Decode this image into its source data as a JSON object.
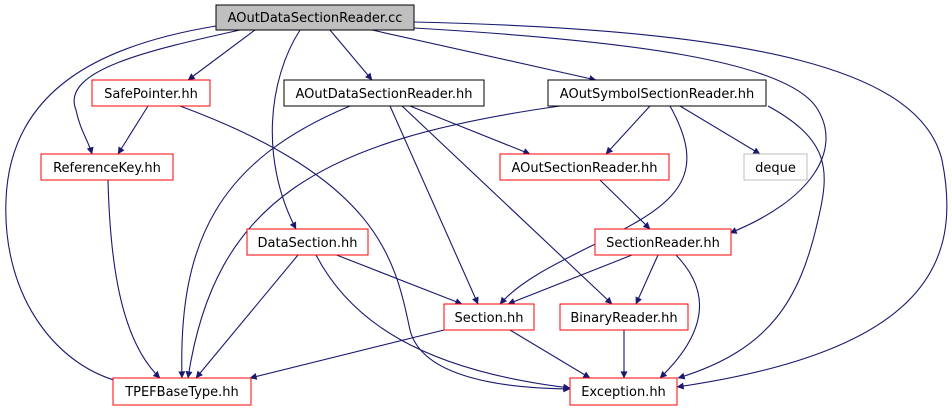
{
  "colors": {
    "edge": "#191970",
    "root_fill": "#bfbfbf",
    "root_border": "#000000",
    "documented_border": "#000000",
    "undocumented_border": "#ff0000",
    "external_border": "#bfbfbf"
  },
  "nodes": {
    "root": {
      "label": "AOutDataSectionReader.cc",
      "kind": "root"
    },
    "safepointer": {
      "label": "SafePointer.hh",
      "kind": "red"
    },
    "aoutdatasectionreader": {
      "label": "AOutDataSectionReader.hh",
      "kind": "black"
    },
    "aoutsymbolsectionreader": {
      "label": "AOutSymbolSectionReader.hh",
      "kind": "black"
    },
    "referencekey": {
      "label": "ReferenceKey.hh",
      "kind": "red"
    },
    "aoutsectionreader": {
      "label": "AOutSectionReader.hh",
      "kind": "red"
    },
    "deque": {
      "label": "deque",
      "kind": "gray"
    },
    "datasection": {
      "label": "DataSection.hh",
      "kind": "red"
    },
    "sectionreader": {
      "label": "SectionReader.hh",
      "kind": "red"
    },
    "section": {
      "label": "Section.hh",
      "kind": "red"
    },
    "binaryreader": {
      "label": "BinaryReader.hh",
      "kind": "red"
    },
    "tpefbasetype": {
      "label": "TPEFBaseType.hh",
      "kind": "red"
    },
    "exception": {
      "label": "Exception.hh",
      "kind": "red"
    }
  },
  "edges": [
    {
      "from": "root",
      "to": "safepointer"
    },
    {
      "from": "root",
      "to": "aoutdatasectionreader"
    },
    {
      "from": "root",
      "to": "aoutsymbolsectionreader"
    },
    {
      "from": "root",
      "to": "referencekey"
    },
    {
      "from": "root",
      "to": "datasection"
    },
    {
      "from": "root",
      "to": "sectionreader"
    },
    {
      "from": "root",
      "to": "tpefbasetype"
    },
    {
      "from": "root",
      "to": "exception"
    },
    {
      "from": "safepointer",
      "to": "referencekey"
    },
    {
      "from": "safepointer",
      "to": "exception"
    },
    {
      "from": "referencekey",
      "to": "tpefbasetype"
    },
    {
      "from": "aoutdatasectionreader",
      "to": "aoutsectionreader"
    },
    {
      "from": "aoutdatasectionreader",
      "to": "tpefbasetype"
    },
    {
      "from": "aoutdatasectionreader",
      "to": "section"
    },
    {
      "from": "aoutdatasectionreader",
      "to": "binaryreader"
    },
    {
      "from": "aoutsymbolsectionreader",
      "to": "aoutsectionreader"
    },
    {
      "from": "aoutsymbolsectionreader",
      "to": "deque"
    },
    {
      "from": "aoutsymbolsectionreader",
      "to": "tpefbasetype"
    },
    {
      "from": "aoutsymbolsectionreader",
      "to": "section"
    },
    {
      "from": "aoutsymbolsectionreader",
      "to": "exception"
    },
    {
      "from": "aoutsectionreader",
      "to": "sectionreader"
    },
    {
      "from": "datasection",
      "to": "section"
    },
    {
      "from": "datasection",
      "to": "tpefbasetype"
    },
    {
      "from": "datasection",
      "to": "exception"
    },
    {
      "from": "sectionreader",
      "to": "section"
    },
    {
      "from": "sectionreader",
      "to": "binaryreader"
    },
    {
      "from": "sectionreader",
      "to": "exception"
    },
    {
      "from": "section",
      "to": "tpefbasetype"
    },
    {
      "from": "section",
      "to": "exception"
    },
    {
      "from": "binaryreader",
      "to": "exception"
    }
  ]
}
